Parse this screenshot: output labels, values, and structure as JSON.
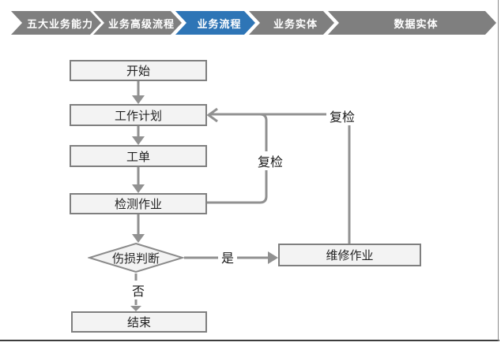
{
  "breadcrumb": {
    "items": [
      {
        "label": "五大业务能力",
        "active": false
      },
      {
        "label": "业务高级流程",
        "active": false
      },
      {
        "label": "业务流程",
        "active": true
      },
      {
        "label": "业务实体",
        "active": false
      },
      {
        "label": "数据实体",
        "active": false
      }
    ],
    "colors": {
      "default_bg": "#7f7f7f",
      "active_bg": "#2e75b6",
      "text": "#ffffff"
    }
  },
  "flowchart": {
    "nodes": [
      {
        "id": "start",
        "shape": "rect",
        "label": "开始"
      },
      {
        "id": "work-plan",
        "shape": "rect",
        "label": "工作计划"
      },
      {
        "id": "work-order",
        "shape": "rect",
        "label": "工单"
      },
      {
        "id": "inspection-task",
        "shape": "rect",
        "label": "检测作业"
      },
      {
        "id": "damage-decision",
        "shape": "diamond",
        "label": "伤损判断"
      },
      {
        "id": "repair-task",
        "shape": "rect",
        "label": "维修作业"
      },
      {
        "id": "end",
        "shape": "rect",
        "label": "结束"
      }
    ],
    "edge_labels": {
      "yes": "是",
      "no": "否",
      "recheck_from_inspection": "复检",
      "recheck_from_repair": "复检"
    },
    "colors": {
      "node_fill": "#f3f3f3",
      "node_border": "#7f7f7f",
      "connector": "#919191",
      "node_text": "#222222"
    }
  }
}
